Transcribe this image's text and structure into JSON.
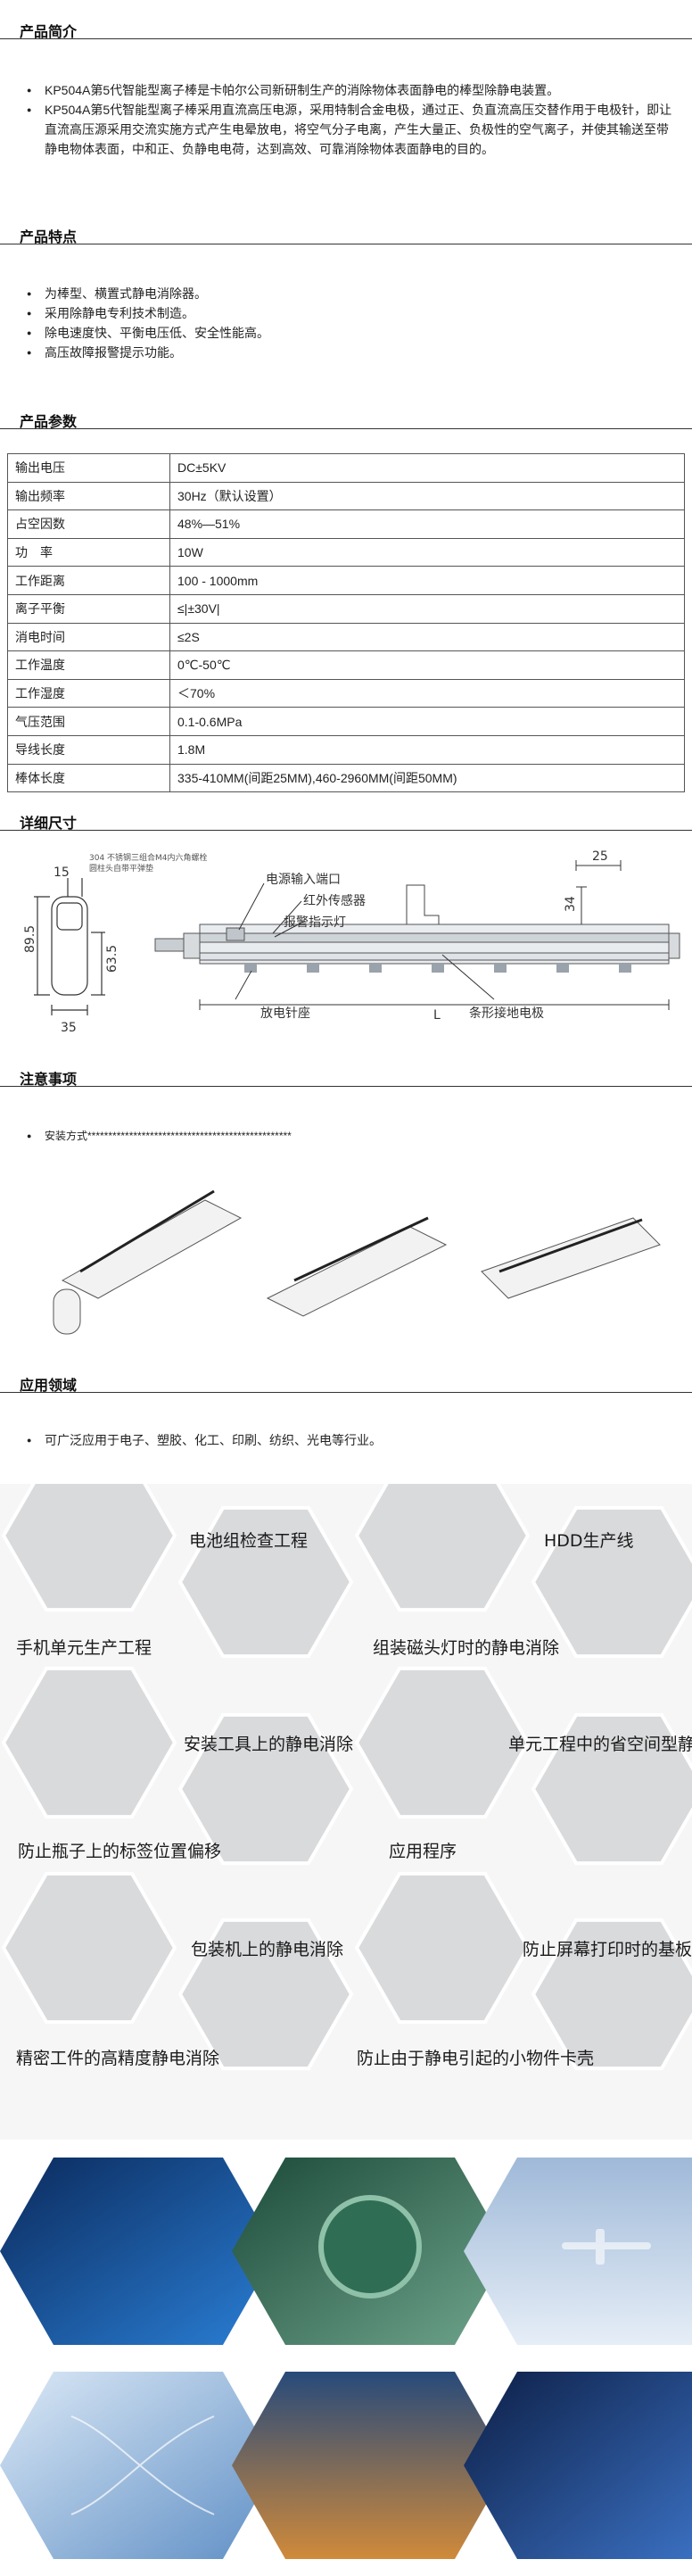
{
  "sections": {
    "intro": {
      "title": "产品简介",
      "items": [
        "KP504A第5代智能型离子棒是卡帕尔公司新研制生产的消除物体表面静电的棒型除静电装置。",
        "KP504A第5代智能型离子棒采用直流高压电源，采用特制合金电极，通过正、负直流高压交替作用于电极针，即让直流高压源采用交流实施方式产生电晕放电，将空气分子电离，产生大量正、负极性的空气离子，并使其输送至带静电物体表面，中和正、负静电电荷，达到高效、可靠消除物体表面静电的目的。"
      ]
    },
    "features": {
      "title": "产品特点",
      "items": [
        "为棒型、横置式静电消除器。",
        "采用除静电专利技术制造。",
        "除电速度快、平衡电压低、安全性能高。",
        "高压故障报警提示功能。"
      ]
    },
    "params": {
      "title": "产品参数",
      "rows": [
        [
          "输出电压",
          "DC±5KV"
        ],
        [
          "输出频率",
          "30Hz（默认设置）"
        ],
        [
          "占空因数",
          "48%—51%"
        ],
        [
          "功　率",
          "10W"
        ],
        [
          "工作距离",
          "100 - 1000mm"
        ],
        [
          "离子平衡",
          "≤|±30V|"
        ],
        [
          "消电时间",
          "≤2S"
        ],
        [
          "工作温度",
          "0℃-50℃"
        ],
        [
          "工作湿度",
          "＜70%"
        ],
        [
          "气压范围",
          "0.1-0.6MPa"
        ],
        [
          "导线长度",
          "1.8M"
        ],
        [
          "棒体长度",
          "335-410MM(间距25MM),460-2960MM(间距50MM)"
        ]
      ]
    },
    "dimensions": {
      "title": "详细尺寸",
      "labels": {
        "dim_15": "15",
        "dim_89_5": "89.5",
        "dim_63_5": "63.5",
        "dim_35": "35",
        "dim_25": "25",
        "dim_34": "34",
        "dim_L": "L",
        "note_bracket": "304 不锈钢三组合M4内六角螺栓",
        "note_bracket2": "圆柱头自带平弹垫",
        "power_port": "电源输入端口",
        "ir_sensor": "红外传感器",
        "alarm_light": "报警指示灯",
        "needle_seat": "放电针座",
        "ground_electrode": "条形接地电极"
      }
    },
    "notes": {
      "title": "注意事项",
      "items": [
        "安装方式*************************************************"
      ]
    },
    "applications": {
      "title": "应用领域",
      "items": [
        "可广泛应用于电子、塑胶、化工、印刷、纺织、光电等行业。"
      ],
      "hex_labels": [
        "电池组检查工程",
        "HDD生产线",
        "手机单元生产工程",
        "组装磁头灯时的静电消除",
        "安装工具上的静电消除",
        "单元工程中的省空间型静电消除",
        "防止瓶子上的标签位置偏移",
        "应用程序",
        "包装机上的静电消除",
        "防止屏幕打印时的基板粘贴",
        "精密工件的高精度静电消除",
        "防止由于静电引起的小物件卡壳"
      ]
    }
  },
  "colors": {
    "accent_blue": "#1e4f9c",
    "hex_gray": "#d9dadc",
    "rule": "#333333"
  }
}
